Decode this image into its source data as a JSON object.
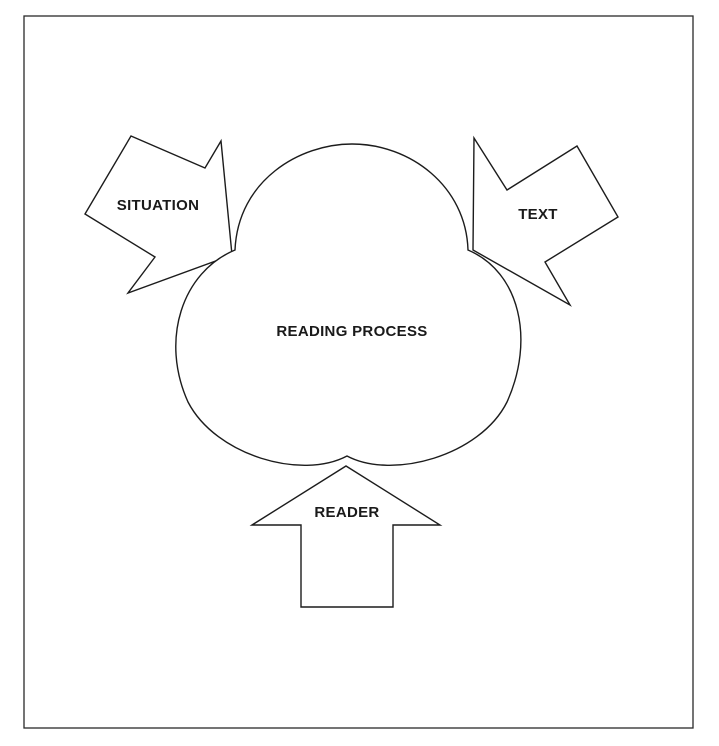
{
  "diagram": {
    "center_label": "READING PROCESS",
    "inputs": {
      "situation": "SITUATION",
      "text": "TEXT",
      "reader": "READER"
    }
  },
  "colors": {
    "stroke": "#1c1c1c",
    "background": "#ffffff"
  }
}
